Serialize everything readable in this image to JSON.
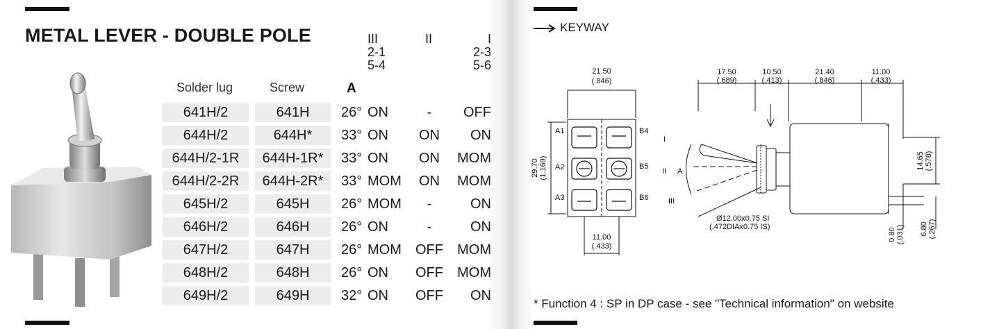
{
  "title": "METAL LEVER - DOUBLE POLE",
  "positions": [
    {
      "roman": "III",
      "line1": "2-1",
      "line2": "5-4"
    },
    {
      "roman": "II",
      "line1": "",
      "line2": ""
    },
    {
      "roman": "I",
      "line1": "2-3",
      "line2": "5-6"
    }
  ],
  "columns": {
    "solder": "Solder lug",
    "screw": "Screw",
    "angle": "A"
  },
  "rows": [
    {
      "solder": "641H/2",
      "screw": "641H",
      "angle": "26°",
      "p3": "ON",
      "p2": "-",
      "p1": "OFF"
    },
    {
      "solder": "644H/2",
      "screw": "644H*",
      "angle": "33°",
      "p3": "ON",
      "p2": "ON",
      "p1": "ON"
    },
    {
      "solder": "644H/2-1R",
      "screw": "644H-1R*",
      "angle": "33°",
      "p3": "ON",
      "p2": "ON",
      "p1": "MOM"
    },
    {
      "solder": "644H/2-2R",
      "screw": "644H-2R*",
      "angle": "33°",
      "p3": "MOM",
      "p2": "ON",
      "p1": "MOM"
    },
    {
      "solder": "645H/2",
      "screw": "645H",
      "angle": "26°",
      "p3": "MOM",
      "p2": "-",
      "p1": "ON"
    },
    {
      "solder": "646H/2",
      "screw": "646H",
      "angle": "26°",
      "p3": "ON",
      "p2": "-",
      "p1": "ON"
    },
    {
      "solder": "647H/2",
      "screw": "647H",
      "angle": "26°",
      "p3": "MOM",
      "p2": "OFF",
      "p1": "MOM"
    },
    {
      "solder": "648H/2",
      "screw": "648H",
      "angle": "26°",
      "p3": "ON",
      "p2": "OFF",
      "p1": "MOM"
    },
    {
      "solder": "649H/2",
      "screw": "649H",
      "angle": "32°",
      "p3": "ON",
      "p2": "OFF",
      "p1": "ON"
    }
  ],
  "keyway_label": "KEYWAY",
  "drawing": {
    "dim_width": "21.50",
    "dim_width_in": "(.846)",
    "dim_height": "29.70",
    "dim_height_in": "(1.169)",
    "dim_pitch": "11.00",
    "dim_pitch_in": "(.433)",
    "dim_1750": "17.50",
    "dim_1750_in": "(.689)",
    "dim_1050": "10.50",
    "dim_1050_in": "(.413)",
    "dim_2140": "21.40",
    "dim_2140_in": "(.846)",
    "dim_1100": "11.00",
    "dim_1100_in": "(.433)",
    "dim_1465": "14.65",
    "dim_1465_in": "(.578)",
    "dim_680": "6.80",
    "dim_680_in": "(.267)",
    "dim_080": "0.80",
    "dim_080_in": "(.031)",
    "thread_mm": "Ø12.00x0.75 SI",
    "thread_in": "(.472DIAx0.75 IS)",
    "terminals": [
      "A1",
      "A2",
      "A3",
      "B4",
      "B5",
      "B6"
    ],
    "pos_labels": [
      "I",
      "II",
      "III"
    ],
    "angle_label": "A"
  },
  "footnote": "* Function 4 : SP in DP case - see \"Technical information\" on website"
}
